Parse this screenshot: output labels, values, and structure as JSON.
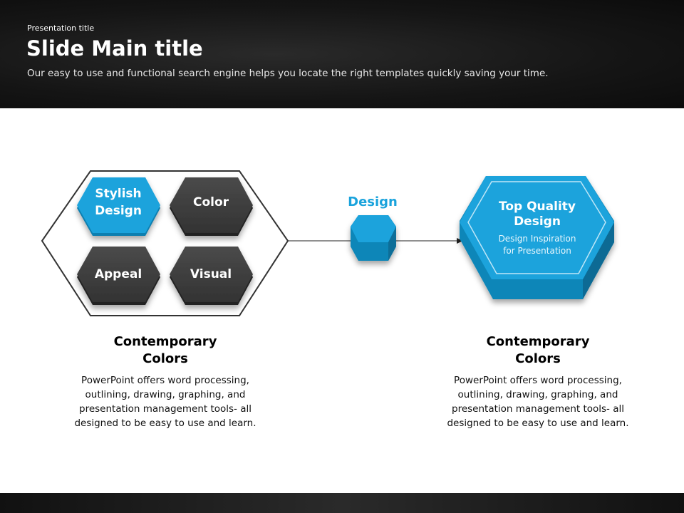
{
  "header": {
    "presentation_title": "Presentation  title",
    "main_title": "Slide Main title",
    "subtitle": "Our easy to use and functional search engine helps you locate the right templates quickly saving your time."
  },
  "left_group": {
    "hexes": [
      {
        "l1": "Stylish",
        "l2": "Design"
      },
      {
        "l1": "Color"
      },
      {
        "l1": "Appeal"
      },
      {
        "l1": "Visual"
      }
    ]
  },
  "connector": {
    "label": "Design"
  },
  "result": {
    "title_l1": "Top Quality",
    "title_l2": "Design",
    "desc_l1": "Design Inspiration",
    "desc_l2": "for Presentation"
  },
  "captions": [
    {
      "title_l1": "Contemporary",
      "title_l2": "Colors",
      "body": "PowerPoint offers word processing, outlining, drawing, graphing, and presentation management tools- all designed to be easy to use and learn."
    },
    {
      "title_l1": "Contemporary",
      "title_l2": "Colors",
      "body": "PowerPoint offers word processing, outlining, drawing, graphing, and presentation management tools- all designed to be easy to use and learn."
    }
  ],
  "colors": {
    "accent": "#1aa3dc",
    "dark_hex": "#3f3f3f"
  }
}
